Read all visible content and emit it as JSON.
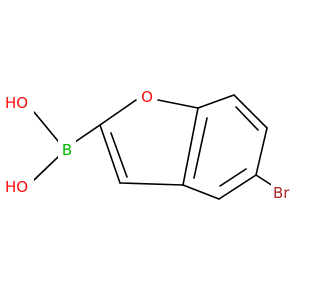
{
  "molecule": {
    "atoms": {
      "oxygen": {
        "label": "O",
        "color": "#ff0d0d"
      },
      "boron": {
        "label": "B",
        "color": "#00b800"
      },
      "hydroxyl_top": {
        "label": "HO",
        "color": "#ff0d0d"
      },
      "hydroxyl_bottom": {
        "label": "HO",
        "color": "#ff0d0d"
      },
      "bromine": {
        "label": "Br",
        "color": "#a62929"
      }
    },
    "bond_color": "#000000"
  }
}
